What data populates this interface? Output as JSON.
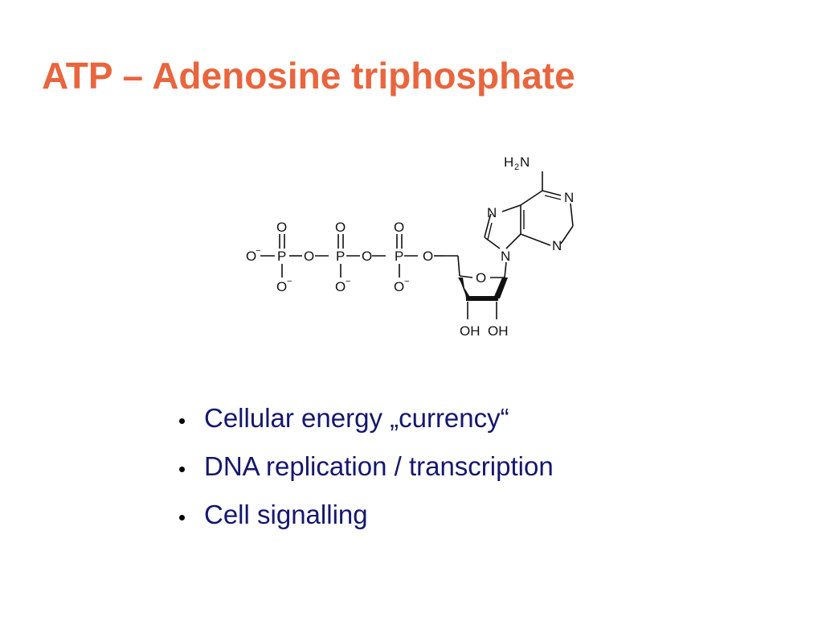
{
  "slide": {
    "title": "ATP – Adenosine triphosphate",
    "title_color": "#e8653e",
    "text_color": "#15176e"
  },
  "structure": {
    "name_label": "ATP molecular structure",
    "labels": {
      "nh2_h": "H",
      "nh2_sub": "2",
      "nh2_n": "N",
      "n_ring": "N",
      "o": "O",
      "p": "P",
      "o_minus": "−",
      "oh": "OH"
    }
  },
  "bullets": [
    {
      "text": "Cellular energy „currency“"
    },
    {
      "text": "DNA replication / transcription"
    },
    {
      "text": "Cell signalling"
    }
  ]
}
